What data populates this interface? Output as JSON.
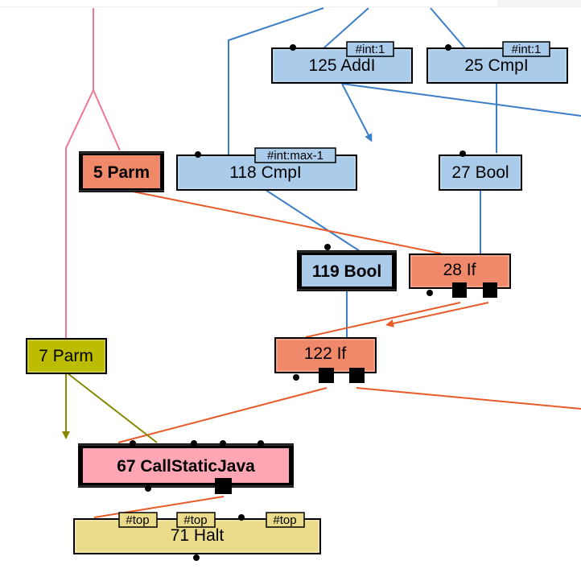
{
  "colors": {
    "data_edge": "#3d7fc6",
    "control_edge": "#e85a28",
    "memory_edge": "#f07890",
    "parm_edge": "#888800",
    "node_blue": "#abcbea",
    "node_orange": "#f0896a",
    "node_olive": "#bcbc00",
    "node_pink": "#ffa6b4",
    "node_yellow": "#ebdc8b"
  },
  "nodes": [
    {
      "id": "n125",
      "label": "125 AddI",
      "kind": "data",
      "tags": [
        "#int:1"
      ]
    },
    {
      "id": "n25",
      "label": "25 CmpI",
      "kind": "data",
      "tags": [
        "#int:1"
      ]
    },
    {
      "id": "n5",
      "label": "5 Parm",
      "kind": "control",
      "bold": true,
      "tags": []
    },
    {
      "id": "n118",
      "label": "118 CmpI",
      "kind": "data",
      "tags": [
        "#int:max-1"
      ]
    },
    {
      "id": "n27",
      "label": "27 Bool",
      "kind": "data",
      "tags": []
    },
    {
      "id": "n119",
      "label": "119 Bool",
      "kind": "data",
      "bold": true,
      "tags": []
    },
    {
      "id": "n28",
      "label": "28 If",
      "kind": "control",
      "tags": []
    },
    {
      "id": "n7",
      "label": "7 Parm",
      "kind": "parm",
      "tags": []
    },
    {
      "id": "n122",
      "label": "122 If",
      "kind": "control",
      "tags": []
    },
    {
      "id": "n67",
      "label": "67 CallStaticJava",
      "kind": "call",
      "bold": true,
      "tags": []
    },
    {
      "id": "n71",
      "label": "71 Halt",
      "kind": "halt",
      "tags": [
        "#top",
        "#top",
        "#top"
      ]
    }
  ]
}
